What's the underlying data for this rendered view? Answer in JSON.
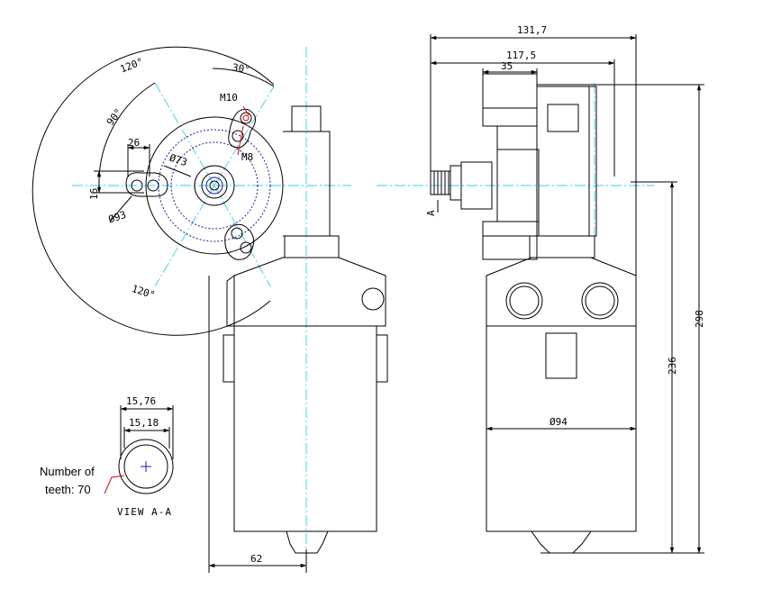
{
  "dimensions": {
    "overall_length": "131,7",
    "flange_length": "117,5",
    "gear_offset": "35",
    "total_height": "298",
    "motor_height": "236",
    "motor_diameter": "Ø94",
    "shaft_offset": "62",
    "angle_120_top": "120°",
    "angle_30": "30°",
    "angle_90": "90°",
    "angle_120_bottom": "120°",
    "thread_m10": "M10",
    "thread_m8": "M8",
    "dim_26": "26",
    "dia_73": "Ø73",
    "dim_16": "16",
    "dia_93": "Ø93"
  },
  "view_a": {
    "outer_width": "15,76",
    "inner_width": "15,18",
    "note_line1": "Number of",
    "note_line2": "teeth: 70",
    "title": "VIEW A-A"
  },
  "section_marker": "A",
  "colors": {
    "outline": "#000000",
    "centerline": "#33cfe0",
    "hidden": "#1a1aa8",
    "callout": "#e00000"
  }
}
